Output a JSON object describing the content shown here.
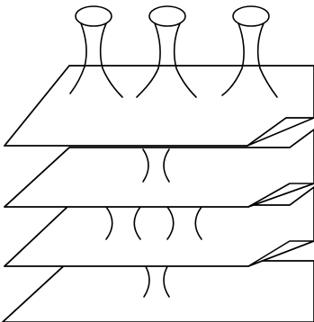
{
  "figure": {
    "description_free": true,
    "sheet_count": 4,
    "top_funnel_count": 3,
    "neck_counts_between_sheets": [
      1,
      2,
      1
    ]
  },
  "colors": {
    "stroke": "#000000",
    "background": "#ffffff"
  }
}
